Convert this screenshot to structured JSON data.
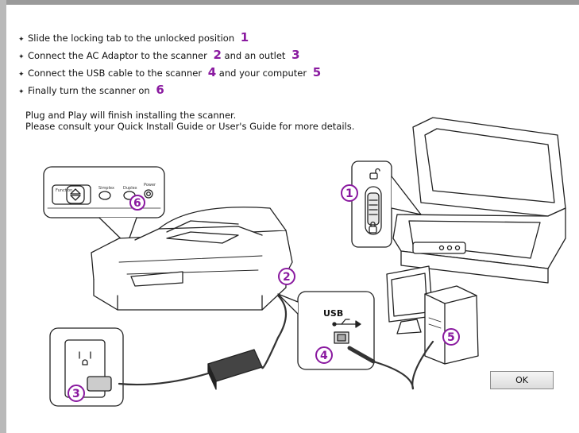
{
  "steps": [
    {
      "text": "Slide the locking tab to the unlocked position ",
      "num1": "1"
    },
    {
      "text": "Connect the AC Adaptor to the scanner ",
      "num1": "2",
      "mid": " and an outlet ",
      "num2": "3"
    },
    {
      "text": "Connect the USB cable to the scanner ",
      "num1": "4",
      "mid": " and your computer ",
      "num2": "5"
    },
    {
      "text": "Finally turn the scanner on ",
      "num1": "6"
    }
  ],
  "info": {
    "line1": "Plug and Play will finish installing the scanner.",
    "line2": "Please consult your Quick Install Guide or User's Guide for more details."
  },
  "illustration": {
    "panel_labels": {
      "function": "Function",
      "simplex": "Simplex",
      "duplex": "Duplex",
      "power": "Power"
    },
    "usb_label": "USB",
    "badges": {
      "b1": "1",
      "b2": "2",
      "b3": "3",
      "b4": "4",
      "b5": "5",
      "b6": "6"
    }
  },
  "buttons": {
    "ok": "OK"
  },
  "colors": {
    "accent": "#8a1aa0"
  }
}
